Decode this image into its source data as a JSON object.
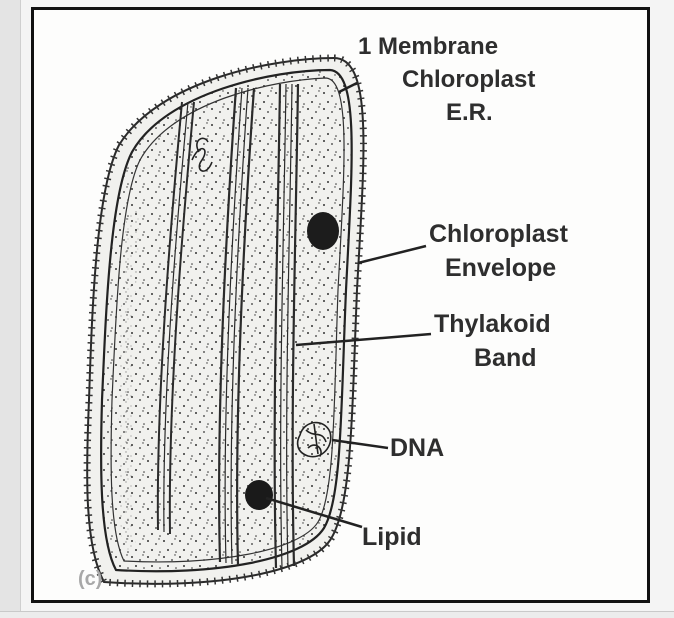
{
  "figure": {
    "panel_letter": "(c)",
    "labels": {
      "membrane_line1": "1 Membrane",
      "membrane_line2": "Chloroplast",
      "membrane_line3": "E.R.",
      "envelope_line1": "Chloroplast",
      "envelope_line2": "Envelope",
      "thylakoid_line1": "Thylakoid",
      "thylakoid_line2": "Band",
      "dna": "DNA",
      "lipid": "Lipid"
    }
  }
}
